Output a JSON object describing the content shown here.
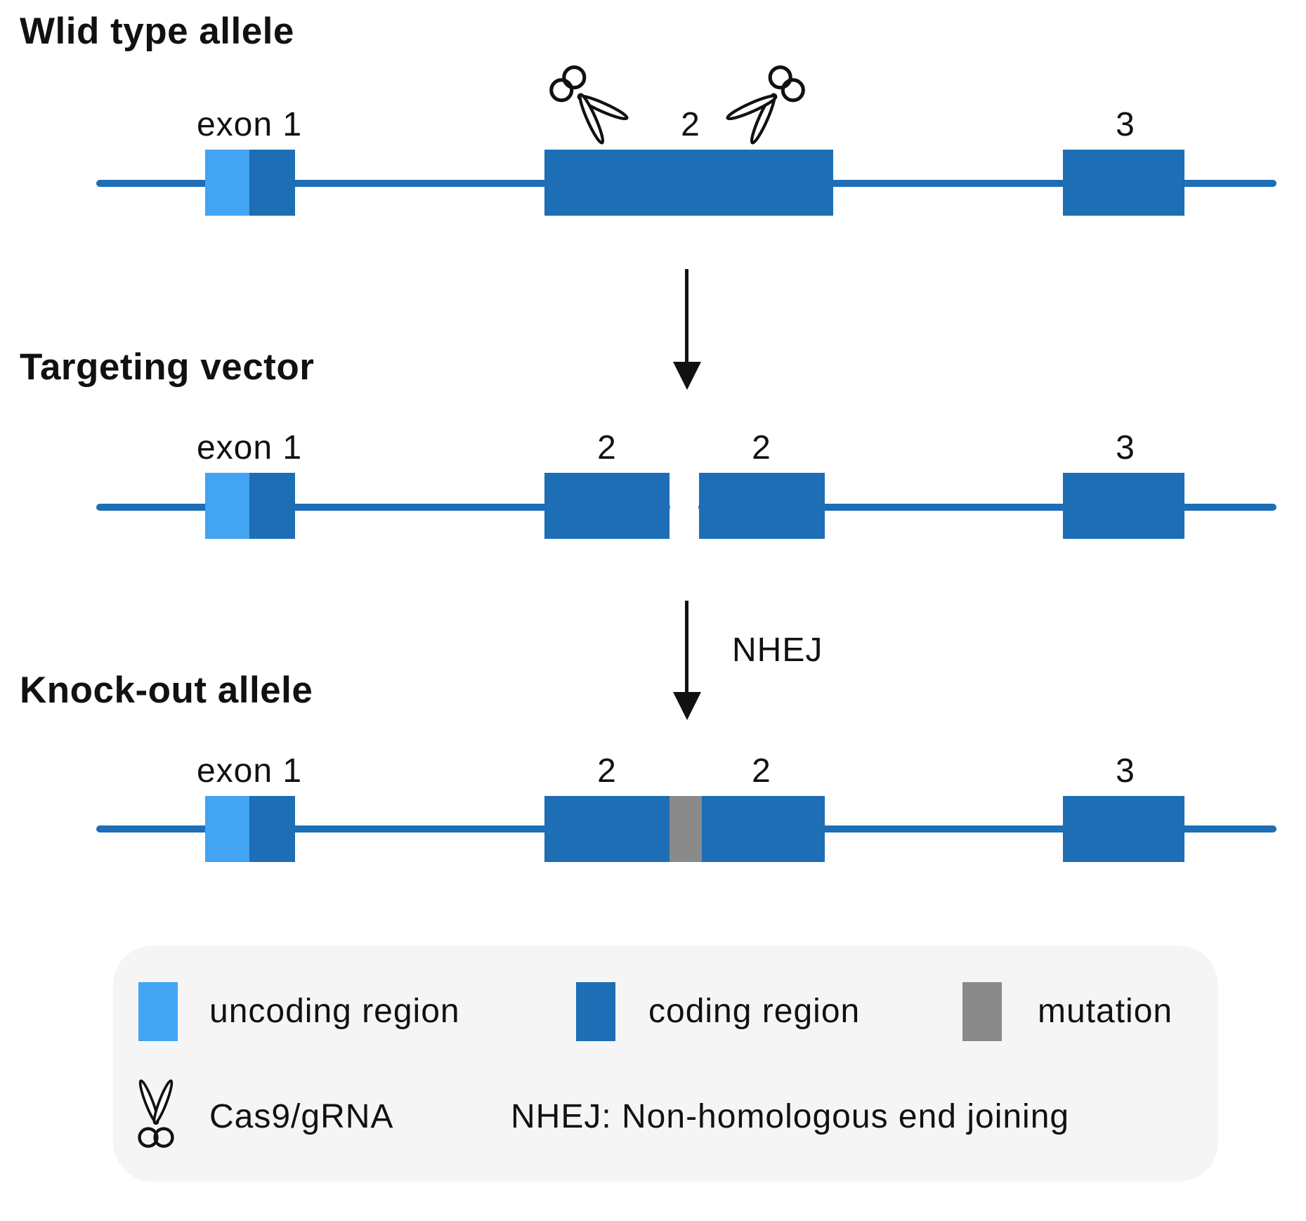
{
  "sections": {
    "wild_type": {
      "title": "Wlid type allele",
      "exon1_label": "exon 1",
      "exon2_label": "2",
      "exon3_label": "3"
    },
    "targeting_vector": {
      "title": "Targeting vector",
      "exon1_label": "exon 1",
      "exon2a_label": "2",
      "exon2b_label": "2",
      "exon3_label": "3"
    },
    "step2_arrow": {
      "label": "NHEJ"
    },
    "knockout": {
      "title": "Knock-out allele",
      "exon1_label": "exon 1",
      "exon2a_label": "2",
      "exon2b_label": "2",
      "exon3_label": "3"
    }
  },
  "legend": {
    "uncoding_label": "uncoding region",
    "coding_label": "coding region",
    "mutation_label": "mutation",
    "cas9_label": "Cas9/gRNA",
    "nhej_note": "NHEJ: Non-homologous end joining"
  },
  "colors": {
    "uncoding": "#42a4f2",
    "coding": "#1d6eb5",
    "mutation": "#8a8a8a",
    "legend-bg": "#f5f5f5",
    "text": "#111111"
  }
}
